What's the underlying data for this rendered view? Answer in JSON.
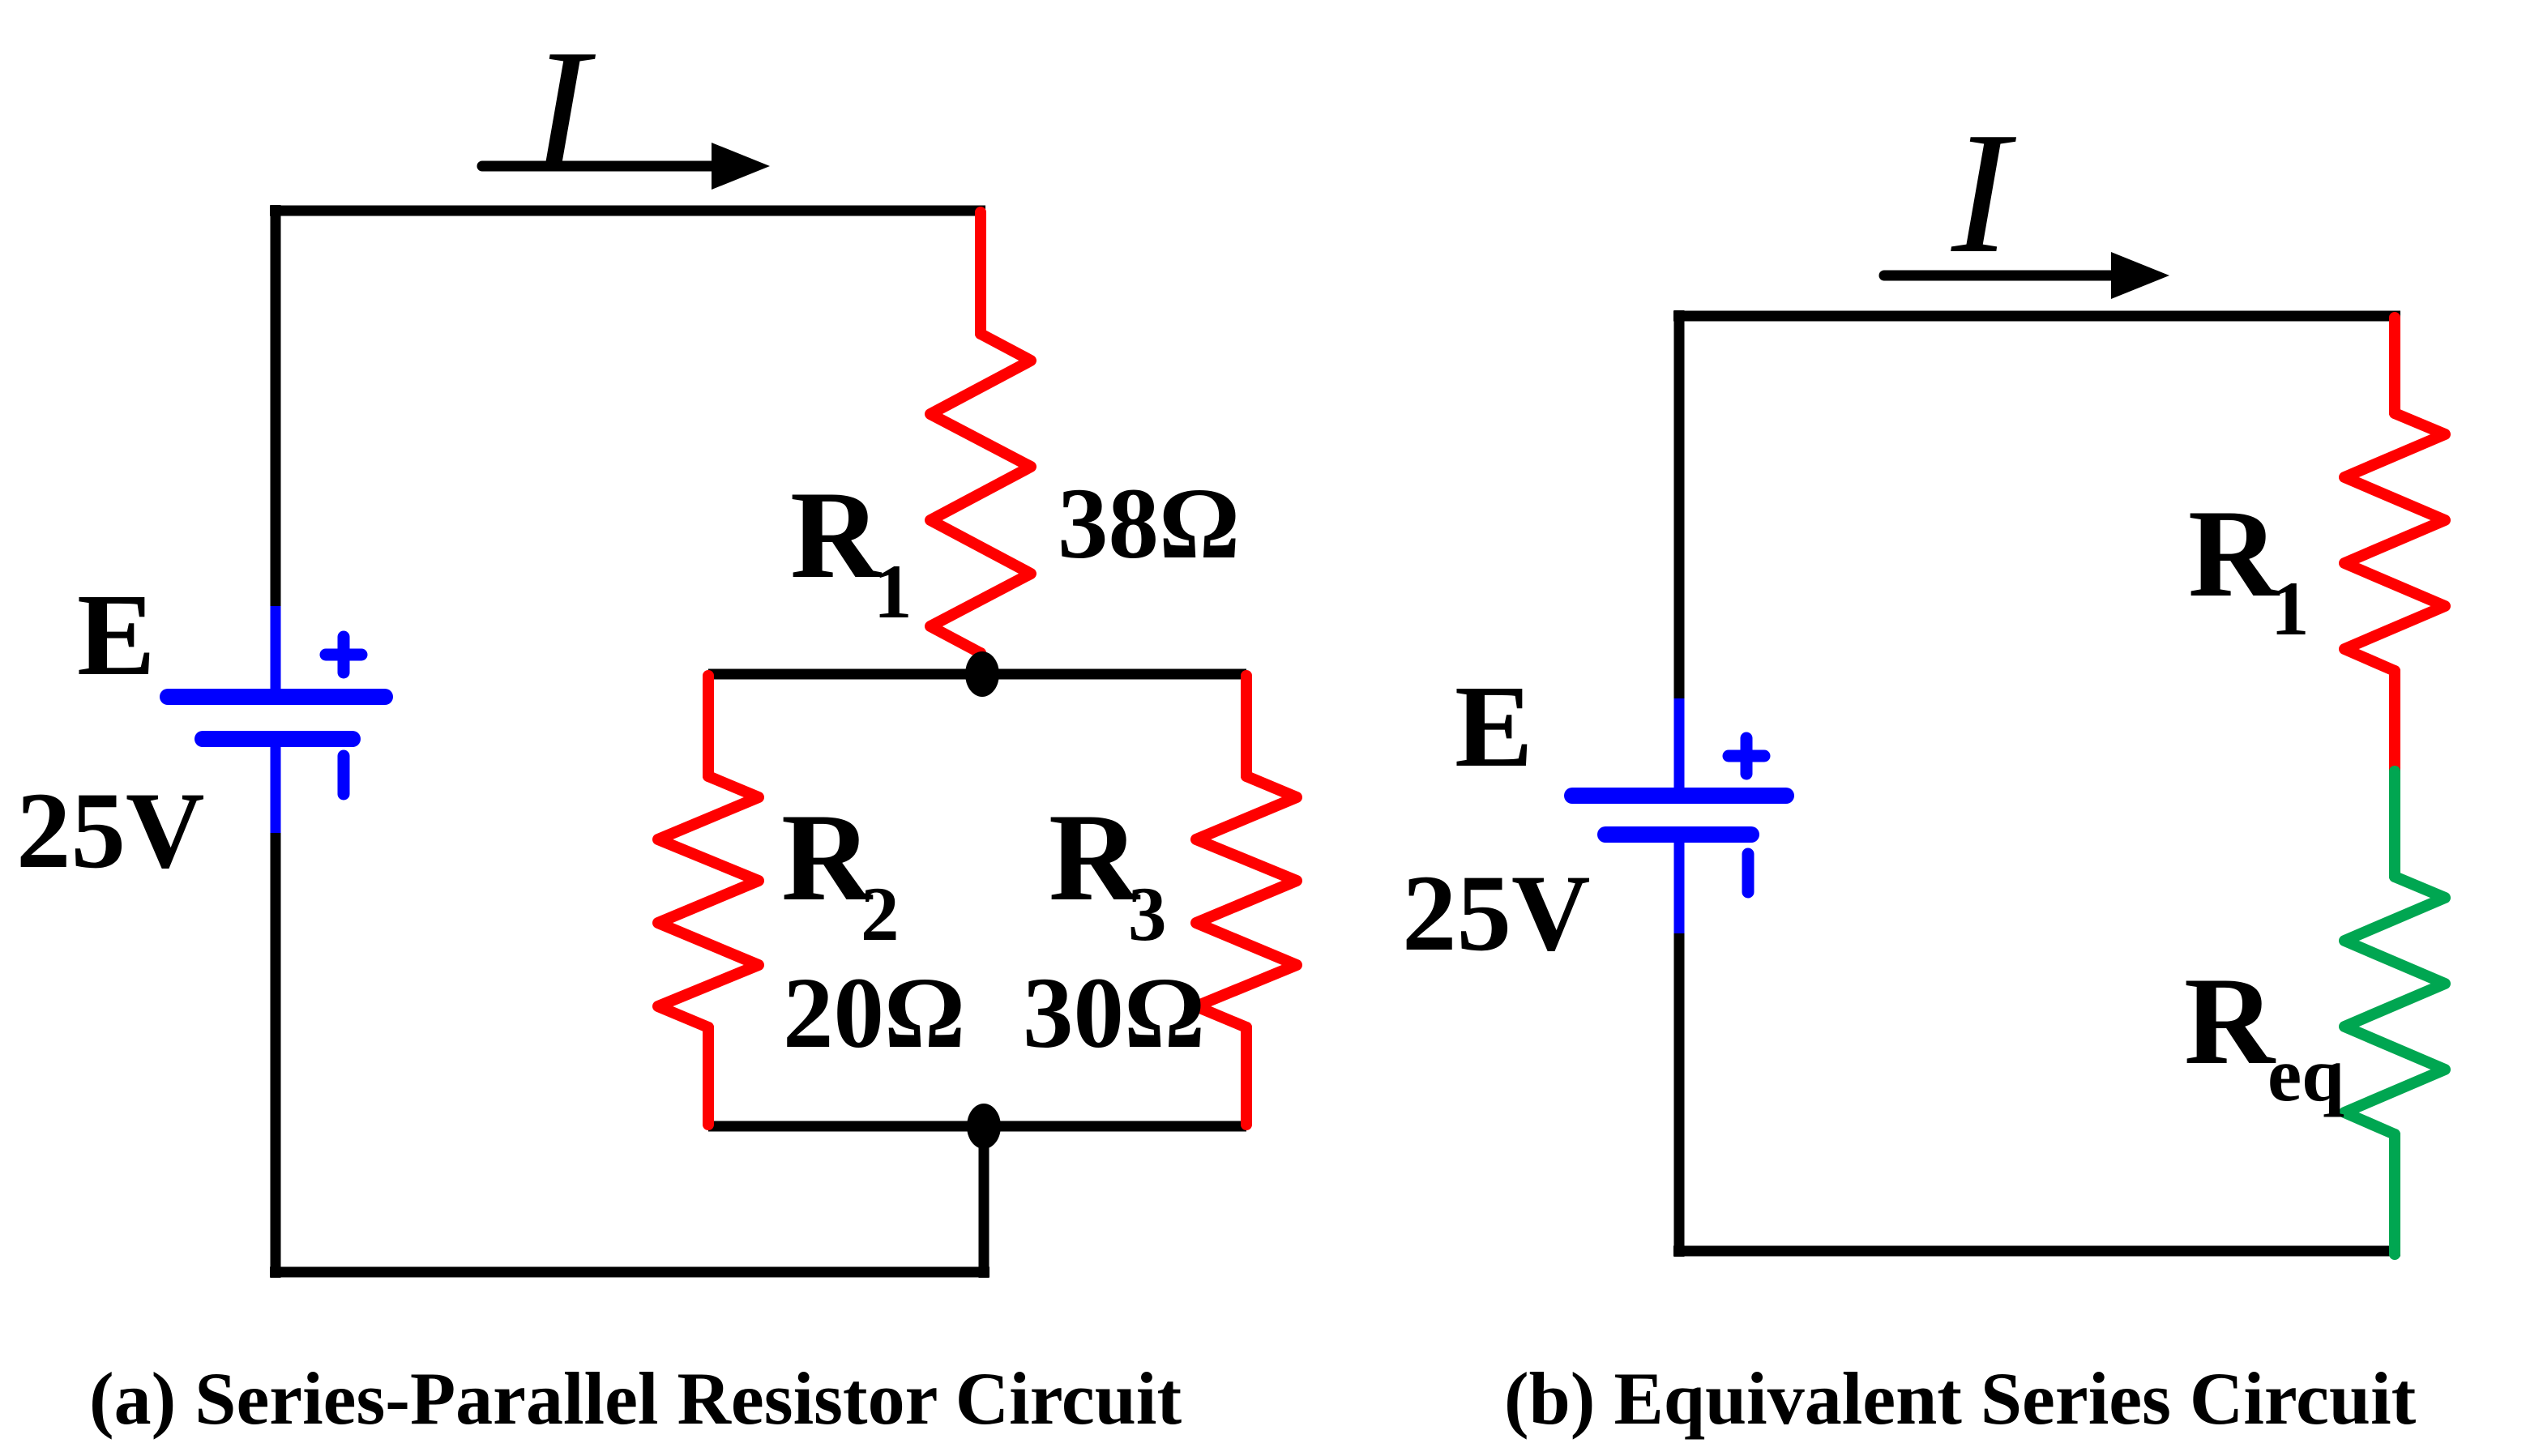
{
  "colors": {
    "wire": "#000000",
    "resistor": "#FF0000",
    "equivalent_resistor": "#00A651",
    "battery": "#0000FF",
    "background": "#FFFFFF"
  },
  "circuit_a": {
    "current_label": "I",
    "battery": {
      "name": "E",
      "voltage": "25V",
      "plus": "+",
      "minus": "−"
    },
    "resistors": {
      "r1": {
        "base": "R",
        "sub": "1",
        "value": "38Ω"
      },
      "r2": {
        "base": "R",
        "sub": "2",
        "value": "20Ω"
      },
      "r3": {
        "base": "R",
        "sub": "3",
        "value": "30Ω"
      }
    },
    "caption": "(a) Series-Parallel Resistor Circuit"
  },
  "circuit_b": {
    "current_label": "I",
    "battery": {
      "name": "E",
      "voltage": "25V",
      "plus": "+",
      "minus": "−"
    },
    "resistors": {
      "r1": {
        "base": "R",
        "sub": "1"
      },
      "req": {
        "base": "R",
        "sub": "eq"
      }
    },
    "caption": "(b) Equivalent Series Circuit"
  }
}
